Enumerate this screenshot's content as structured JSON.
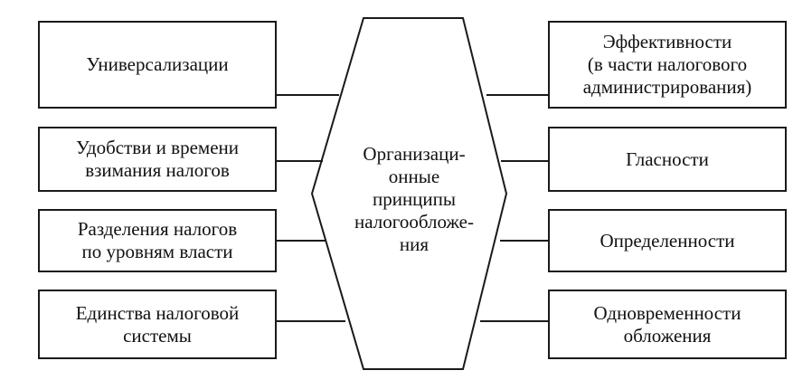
{
  "center": {
    "label": "Организаци-\nонные\nпринципы\nналогообложе-\nния"
  },
  "left": [
    "Универсализации",
    "Удобстви и времени\nвзимания налогов",
    "Разделения налогов\nпо уровням власти",
    "Единства налоговой\nсистемы"
  ],
  "right": [
    "Эффективности\n(в части налогового\nадминистрирования)",
    "Гласности",
    "Определенности",
    "Одновременности\nобложения"
  ]
}
